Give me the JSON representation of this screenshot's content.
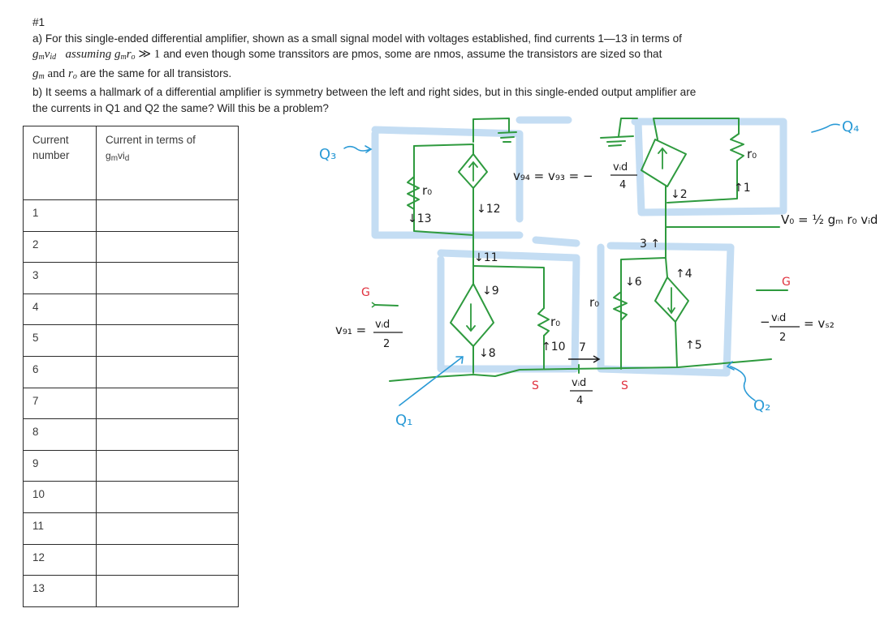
{
  "question": {
    "number": "#1",
    "part_a": {
      "line1": "a) For this single-ended differential amplifier, shown as a small signal model with voltages established, find currents 1—13 in terms of",
      "line2_math1": "g",
      "line2_math1_sub": "m",
      "line2_math1b": "v",
      "line2_math1b_sub": "id",
      "line2_assuming": "assuming g",
      "line2_assuming_sub1": "m",
      "line2_assuming_r": "r",
      "line2_assuming_sub2": "o",
      "line2_gg": "≫ 1",
      "line2_rest": "and even though some transsitors are pmos, some are nmos, assume the transistors are sized so that",
      "line3_gm": "g",
      "line3_gm_sub": "m",
      "line3_and": "and",
      "line3_ro": "r",
      "line3_ro_sub": "o",
      "line3_rest": "are the same for all transistors."
    },
    "part_b": {
      "line1": "b) It seems a hallmark of a differential amplifier is symmetry between the left and right sides, but in this single-ended output amplifier are",
      "line2": "the currents in Q1 and Q2 the same?  Will this be a problem?"
    }
  },
  "table": {
    "headers": {
      "col1": "Current number",
      "col2_main": "Current in terms of",
      "col2_g": "g",
      "col2_g_sub": "m",
      "col2_vi": "vi",
      "col2_vi_sub": "d"
    },
    "rows": [
      {
        "number": "1",
        "value": ""
      },
      {
        "number": "2",
        "value": ""
      },
      {
        "number": "3",
        "value": ""
      },
      {
        "number": "4",
        "value": ""
      },
      {
        "number": "5",
        "value": ""
      },
      {
        "number": "6",
        "value": ""
      },
      {
        "number": "7",
        "value": ""
      },
      {
        "number": "8",
        "value": ""
      },
      {
        "number": "9",
        "value": ""
      },
      {
        "number": "10",
        "value": ""
      },
      {
        "number": "11",
        "value": ""
      },
      {
        "number": "12",
        "value": ""
      },
      {
        "number": "13",
        "value": ""
      }
    ]
  },
  "circuit": {
    "colors": {
      "wire": "#2e9a3e",
      "highlight": "#bcd9f2",
      "ink": "#1a1a1a",
      "blue_label": "#2a9ad6",
      "red_label": "#e0313e"
    },
    "labels": {
      "q1": "Q₁",
      "q2": "Q₂",
      "q3": "Q₃",
      "q4": "Q₄",
      "ro": "r₀",
      "vg4_eq": "v₉₄ = v₉₃ = −",
      "vid": "vᵢd",
      "four": "4",
      "two": "2",
      "vo_eq": "V₀ = ½ gₘ r₀ vᵢd",
      "vg1_eq": "v₉₁ =",
      "vs2_eq": "= vₛ₂",
      "minus": "−",
      "g": "G",
      "s": "S",
      "i1": "1",
      "i2": "2",
      "i3": "3",
      "i4": "4",
      "i5": "5",
      "i6": "6",
      "i7": "7",
      "i8": "8",
      "i9": "9",
      "i10": "10",
      "i11": "11",
      "i12": "12",
      "i13": "13"
    }
  }
}
